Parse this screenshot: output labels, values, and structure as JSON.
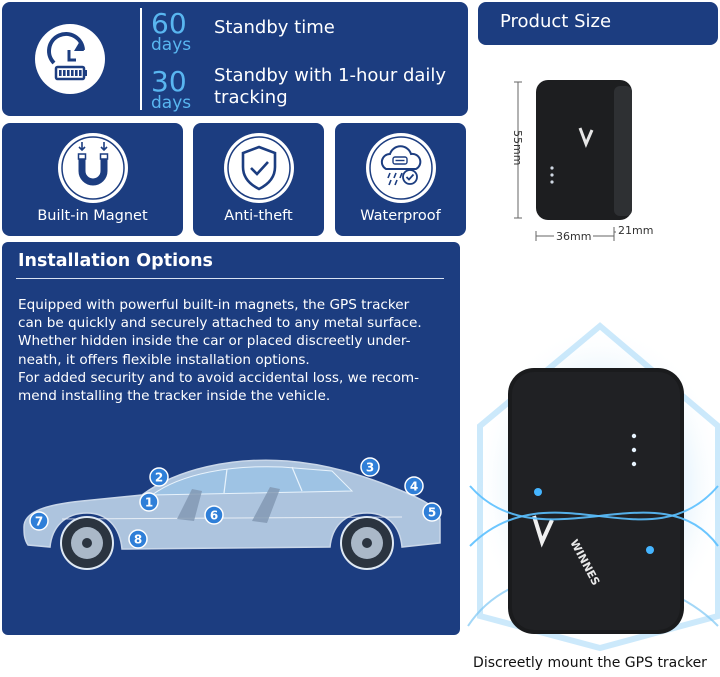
{
  "standby": {
    "icon": "battery-clock-icon",
    "rows": [
      {
        "number": "60",
        "unit": "days",
        "text": "Standby time"
      },
      {
        "number": "30",
        "unit": "days",
        "text": "Standby with 1-hour daily\ntracking"
      }
    ]
  },
  "features": [
    {
      "label": "Built-in Magnet",
      "icon": "magnet-icon"
    },
    {
      "label": "Anti-theft",
      "icon": "shield-check-icon"
    },
    {
      "label": "Waterproof",
      "icon": "waterproof-cloud-icon"
    }
  ],
  "installation": {
    "title": "Installation Options",
    "description": "Equipped with powerful built-in magnets, the GPS tracker\ncan be quickly and securely attached to any metal surface.\nWhether hidden inside the car or placed discreetly under-\nneath, it offers flexible installation options.\nFor added security and to avoid accidental loss, we recom-\nmend installing the tracker inside the vehicle.",
    "markers": [
      "1",
      "2",
      "3",
      "4",
      "5",
      "6",
      "7",
      "8"
    ]
  },
  "product_size": {
    "title": "Product Size",
    "height": "55mm",
    "width": "36mm",
    "depth": "21mm"
  },
  "brand": "WINNES",
  "caption": "Discreetly mount the GPS tracker",
  "colors": {
    "panel": "#1c3d80",
    "accent_blue": "#59b6f0",
    "marker_blue": "#2f7fd8"
  }
}
